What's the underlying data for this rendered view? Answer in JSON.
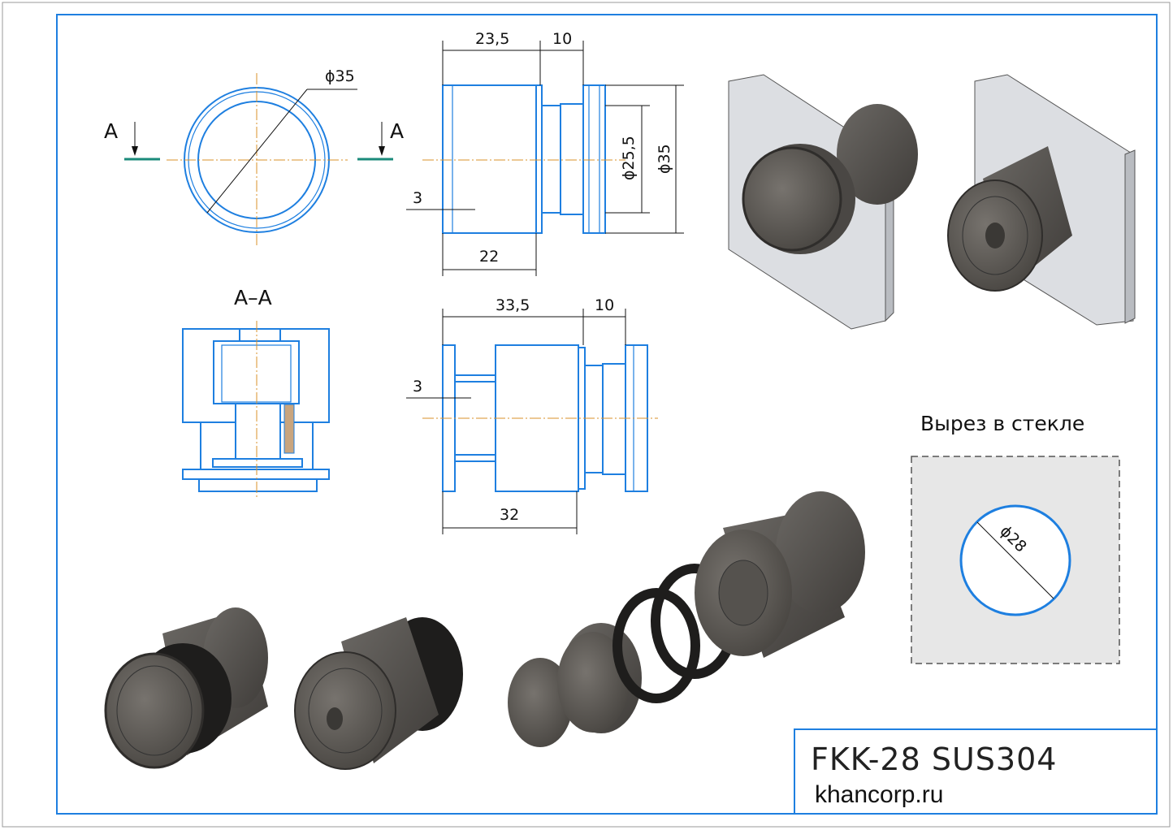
{
  "front_view": {
    "diameter_label": "ϕ35",
    "section_mark_left": "A",
    "section_mark_right": "A"
  },
  "side_view_1": {
    "dim_body": "23,5",
    "dim_neck": "10",
    "dim_inner_diameter": "ϕ25,5",
    "dim_outer_diameter": "ϕ35",
    "dim_flange": "3",
    "dim_length": "22"
  },
  "section_view": {
    "title": "A–A"
  },
  "side_view_2": {
    "dim_body": "33,5",
    "dim_neck": "10",
    "dim_flange": "3",
    "dim_length": "32"
  },
  "glass_cutout": {
    "title": "Вырез в стекле",
    "diameter_label": "ϕ28"
  },
  "title_block": {
    "model": "FKK-28 SUS304",
    "website": "khancorp.ru"
  },
  "colors": {
    "line": "#1e7fe0",
    "axis": "#d9902a",
    "metal": "#5a5753",
    "plate": "#d8dade"
  }
}
